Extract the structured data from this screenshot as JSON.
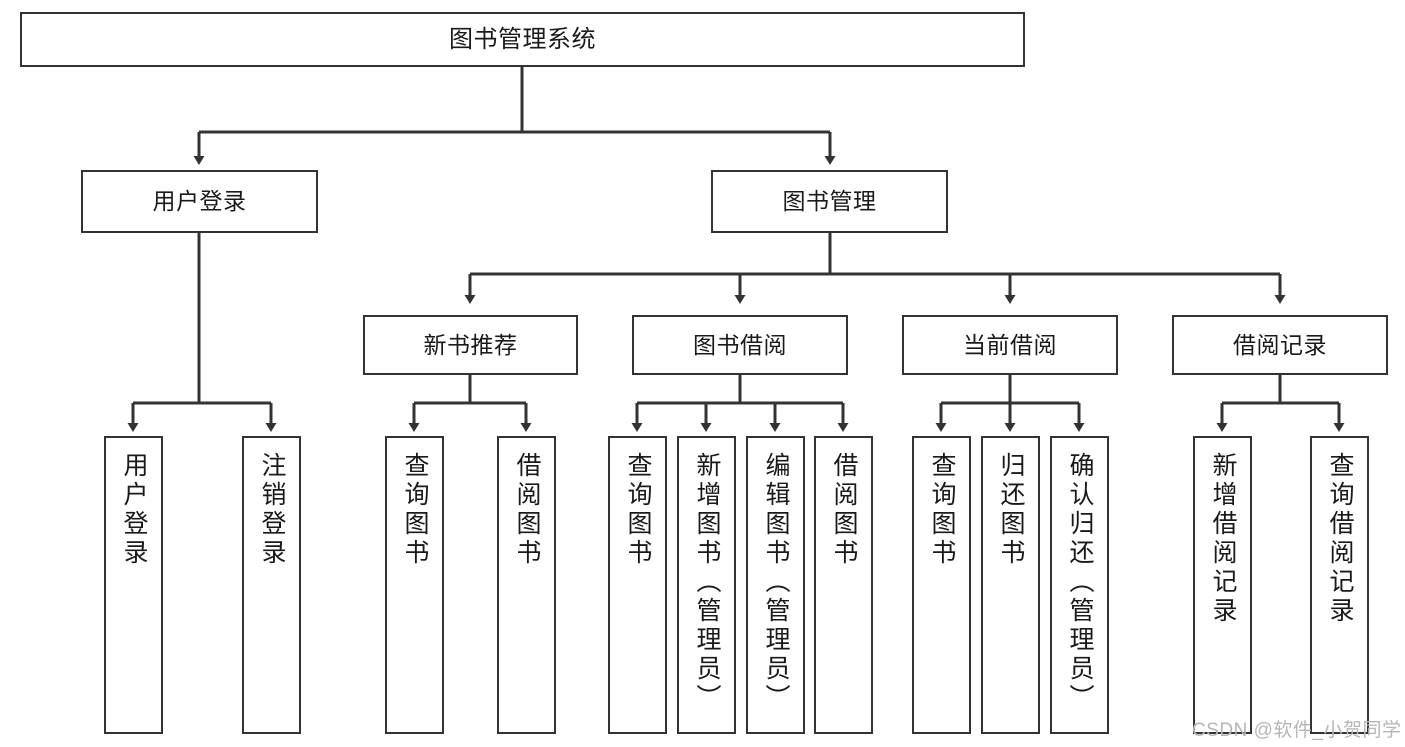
{
  "diagram": {
    "title": "图书管理系统",
    "type": "tree-hierarchy-diagram",
    "colors": {
      "box_border": "#333333",
      "box_fill": "#ffffff",
      "edge": "#333333",
      "text": "#1a1a1a",
      "watermark": "#b6b6b6",
      "background": "#ffffff"
    },
    "root": {
      "label": "图书管理系统"
    },
    "level2": [
      {
        "label": "用户登录"
      },
      {
        "label": "图书管理"
      }
    ],
    "level3": [
      {
        "label": "新书推荐"
      },
      {
        "label": "图书借阅"
      },
      {
        "label": "当前借阅"
      },
      {
        "label": "借阅记录"
      }
    ],
    "leaves": {
      "user_login": [
        {
          "label": "用户登录"
        },
        {
          "label": "注销登录"
        }
      ],
      "new_book_recommend": [
        {
          "label": "查询图书"
        },
        {
          "label": "借阅图书"
        }
      ],
      "book_borrow": [
        {
          "label": "查询图书"
        },
        {
          "label": "新增图书（管理员）"
        },
        {
          "label": "编辑图书（管理员）"
        },
        {
          "label": "借阅图书"
        }
      ],
      "current_borrow": [
        {
          "label": "查询图书"
        },
        {
          "label": "归还图书"
        },
        {
          "label": "确认归还（管理员）"
        }
      ],
      "borrow_record": [
        {
          "label": "新增借阅记录"
        },
        {
          "label": "查询借阅记录"
        }
      ]
    }
  },
  "watermark": {
    "text": "CSDN @软件_小贺同学"
  }
}
